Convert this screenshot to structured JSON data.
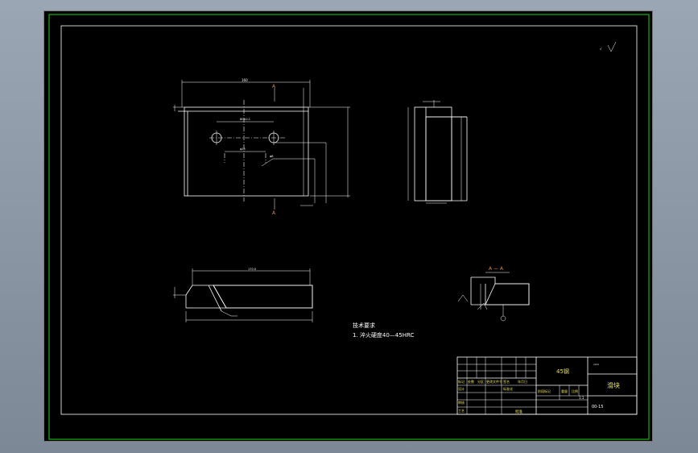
{
  "drawing": {
    "section_marker": "A",
    "section_title": "A — A",
    "dim_top": "160",
    "dim_hole_spacing": "80±0.1",
    "dim_hole_dia": "φ15",
    "dim_hole_depth": "φ8",
    "dim_bottom_width": "170.0",
    "roughness": "√"
  },
  "notes": {
    "heading": "技术要求",
    "line1": "1. 淬火硬度40—45HRC"
  },
  "title_block": {
    "material": "45钢",
    "part_name": "滑块",
    "drawing_no": "00-15",
    "scale": "1:1",
    "top_right_label": "xxxx",
    "approve_label": "批准",
    "row_labels": [
      "标记",
      "处数",
      "分区",
      "更改文件号",
      "签名",
      "年月日"
    ],
    "design_label": "设计",
    "std_label": "标准化",
    "stage_label": "阶段标记",
    "weight_label": "重量",
    "scale_label": "比例",
    "review_label": "审核",
    "process_label": "工艺"
  }
}
